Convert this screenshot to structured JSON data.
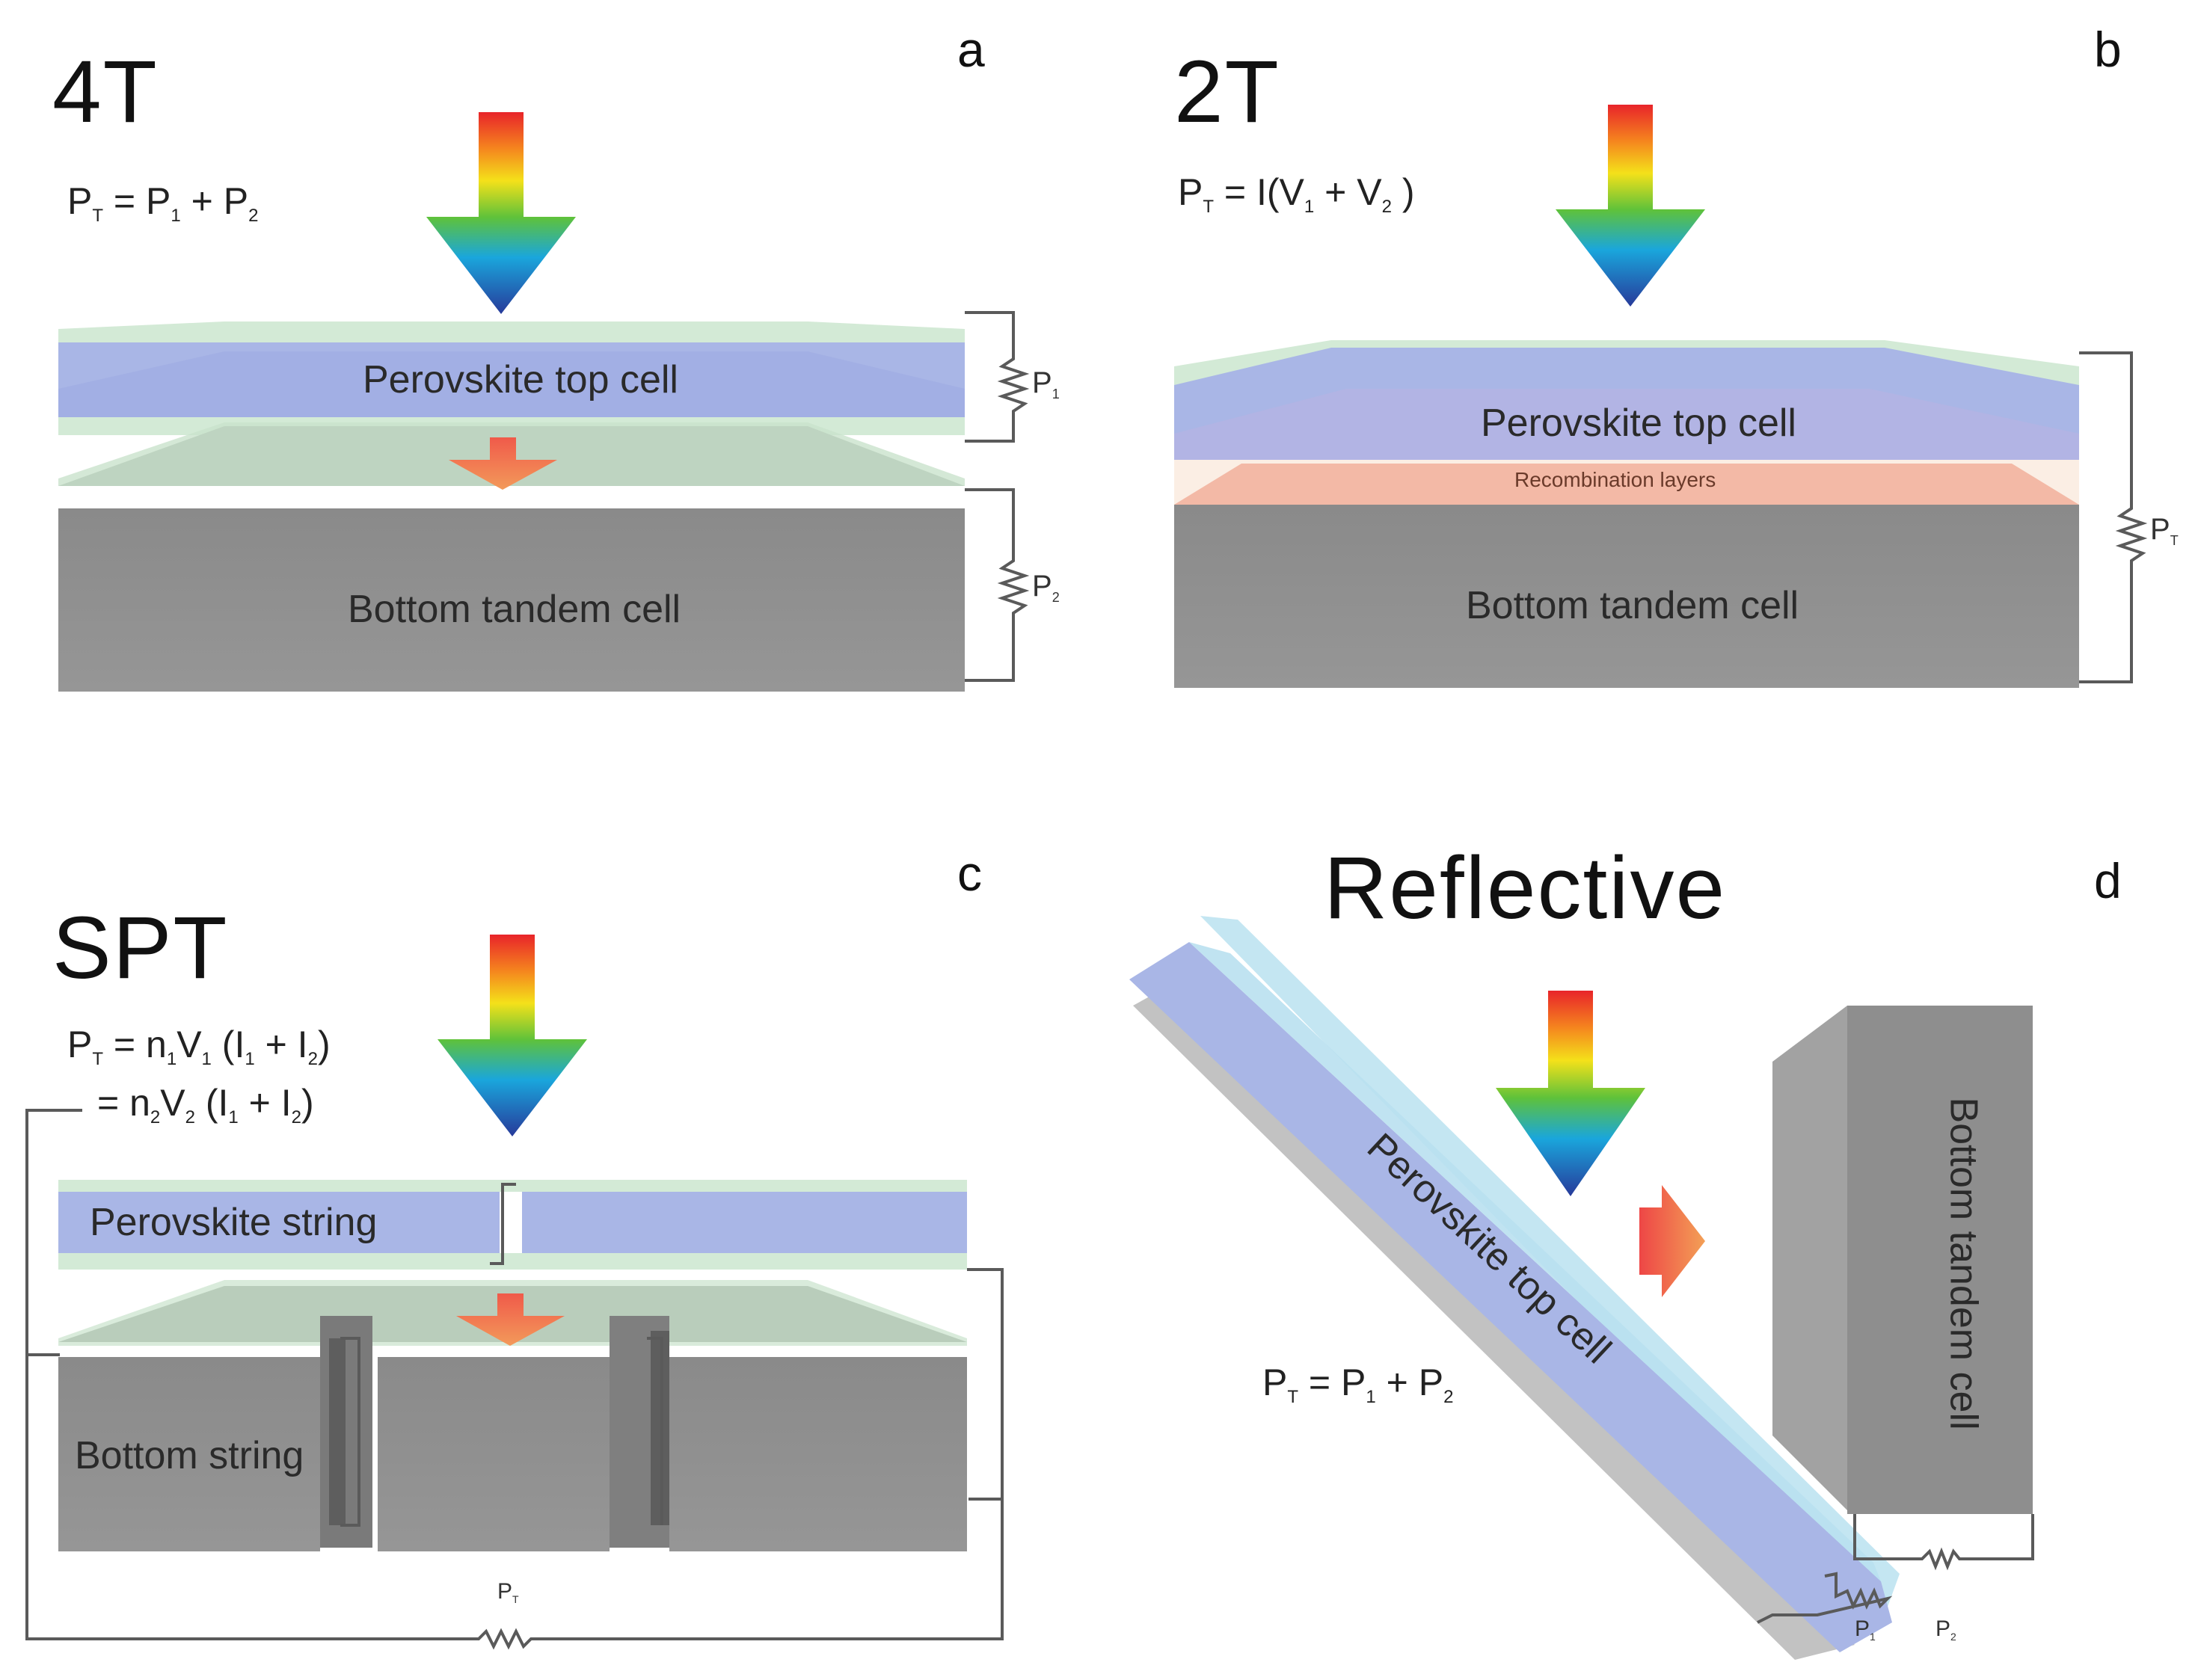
{
  "panels": {
    "a": {
      "letter": "a",
      "title": "4T",
      "formula": {
        "lhs": "P",
        "lhs_sub": "T",
        "op1": " = P",
        "sub1": "1",
        "op2": " + P",
        "sub2": "2"
      },
      "top_label": "Perovskite top cell",
      "bottom_label": "Bottom tandem cell",
      "r1": {
        "text": "P",
        "sub": "1"
      },
      "r2": {
        "text": "P",
        "sub": "2"
      }
    },
    "b": {
      "letter": "b",
      "title": "2T",
      "formula": {
        "lhs": "P",
        "lhs_sub": "T",
        "op1": " = I(V",
        "sub1": "1",
        "op2": " + V",
        "sub2": "2",
        "tail": " )"
      },
      "top_label": "Perovskite top cell",
      "recomb_label": "Recombination layers",
      "bottom_label": "Bottom tandem cell",
      "r": {
        "text": "P",
        "sub": "T"
      }
    },
    "c": {
      "letter": "c",
      "title": "SPT",
      "formula1": {
        "lhs": "P",
        "lhs_sub": "T",
        "op1": " = n",
        "sub1": "1",
        "v": "V",
        "vsub": "1",
        "paren": " (I",
        "i1": "1",
        "plus": " +  I",
        "i2": "2",
        "close": ")"
      },
      "formula2": {
        "op1": "= n",
        "sub1": "2",
        "v": "V",
        "vsub": "2",
        "paren": " (I",
        "i1": "1",
        "plus": " +  I",
        "i2": "2",
        "close": ")"
      },
      "top_label": "Perovskite string",
      "bottom_label": "Bottom string",
      "r": {
        "text": "P",
        "sub": "T"
      }
    },
    "d": {
      "letter": "d",
      "title": "Reflective",
      "formula": {
        "lhs": "P",
        "lhs_sub": "T",
        "op1": " = P",
        "sub1": "1",
        "op2": " + P",
        "sub2": "2"
      },
      "top_label": "Perovskite top cell",
      "bottom_label": "Bottom tandem cell",
      "r1": {
        "text": "P",
        "sub": "1"
      },
      "r2": {
        "text": "P",
        "sub": "2"
      }
    }
  },
  "colors": {
    "perovskite": "#a9b6e6",
    "perovskite_dark": "#8f9fdc",
    "glass": "#d3ead6",
    "bottom_cell": "#8e8e8e",
    "bottom_top_face": "#939b94",
    "recombination": "#f3b9a6",
    "wire": "#5a5a5a"
  }
}
